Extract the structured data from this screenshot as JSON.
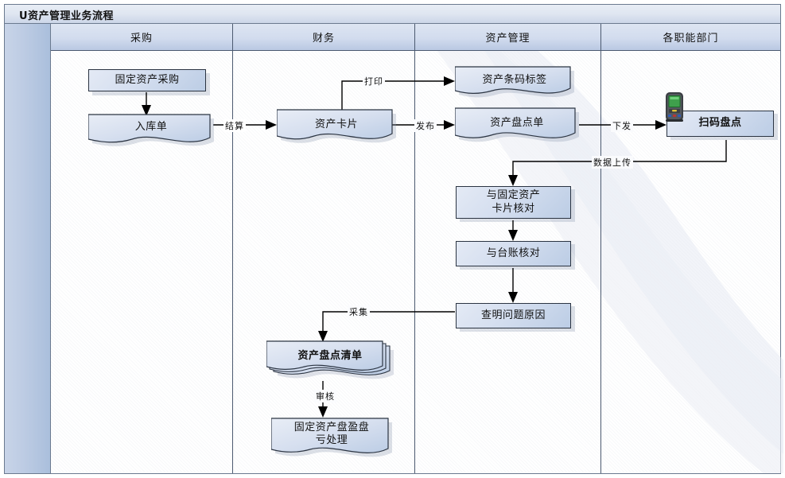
{
  "diagram": {
    "title": "U资产管理业务流程",
    "type": "swimlane-flowchart",
    "lanes": [
      {
        "id": "lane-caigou",
        "label": "采购"
      },
      {
        "id": "lane-caiwu",
        "label": "财务"
      },
      {
        "id": "lane-zichan",
        "label": "资产管理"
      },
      {
        "id": "lane-bumen",
        "label": "各职能部门"
      }
    ],
    "nodes": [
      {
        "id": "n1",
        "lane": "采购",
        "label": "固定资产采购",
        "shape": "process"
      },
      {
        "id": "n2",
        "lane": "采购",
        "label": "入库单",
        "shape": "document"
      },
      {
        "id": "n3",
        "lane": "财务",
        "label": "资产卡片",
        "shape": "document"
      },
      {
        "id": "n4",
        "lane": "资产管理",
        "label": "资产条码标签",
        "shape": "document"
      },
      {
        "id": "n5",
        "lane": "资产管理",
        "label": "资产盘点单",
        "shape": "document"
      },
      {
        "id": "n6",
        "lane": "各职能部门",
        "label": "扫码盘点",
        "shape": "process",
        "icon": "barcode-scanner-icon"
      },
      {
        "id": "n7",
        "lane": "资产管理",
        "label": "与固定资产\n卡片核对",
        "shape": "process"
      },
      {
        "id": "n8",
        "lane": "资产管理",
        "label": "与台账核对",
        "shape": "process"
      },
      {
        "id": "n9",
        "lane": "资产管理",
        "label": "查明问题原因",
        "shape": "process"
      },
      {
        "id": "n10",
        "lane": "财务",
        "label": "资产盘点清单",
        "shape": "multidocument"
      },
      {
        "id": "n11",
        "lane": "财务",
        "label": "固定资产盘盈盘\n亏处理",
        "shape": "document"
      }
    ],
    "edges": [
      {
        "from": "n1",
        "to": "n2",
        "label": ""
      },
      {
        "from": "n2",
        "to": "n3",
        "label": "结算"
      },
      {
        "from": "n3",
        "to": "n4",
        "label": "打印"
      },
      {
        "from": "n3",
        "to": "n5",
        "label": "发布"
      },
      {
        "from": "n5",
        "to": "n6",
        "label": "下发"
      },
      {
        "from": "n6",
        "to": "n7",
        "label": "数据上传"
      },
      {
        "from": "n7",
        "to": "n8",
        "label": ""
      },
      {
        "from": "n8",
        "to": "n9",
        "label": ""
      },
      {
        "from": "n9",
        "to": "n10",
        "label": "采集"
      },
      {
        "from": "n10",
        "to": "n11",
        "label": "审核"
      }
    ],
    "labels": {
      "jiesuan": "结算",
      "dayin": "打印",
      "fabu": "发布",
      "xiafa": "下发",
      "shangchuan": "数据上传",
      "caiji": "采集",
      "shenhe": "审核"
    },
    "colors": {
      "node_fill_light": "#e4eaf5",
      "node_fill_dark": "#bccde5",
      "node_border": "#2b3442",
      "lane_header": "#d2dcee",
      "rail": "#bccbe3",
      "connector": "#000000"
    }
  }
}
